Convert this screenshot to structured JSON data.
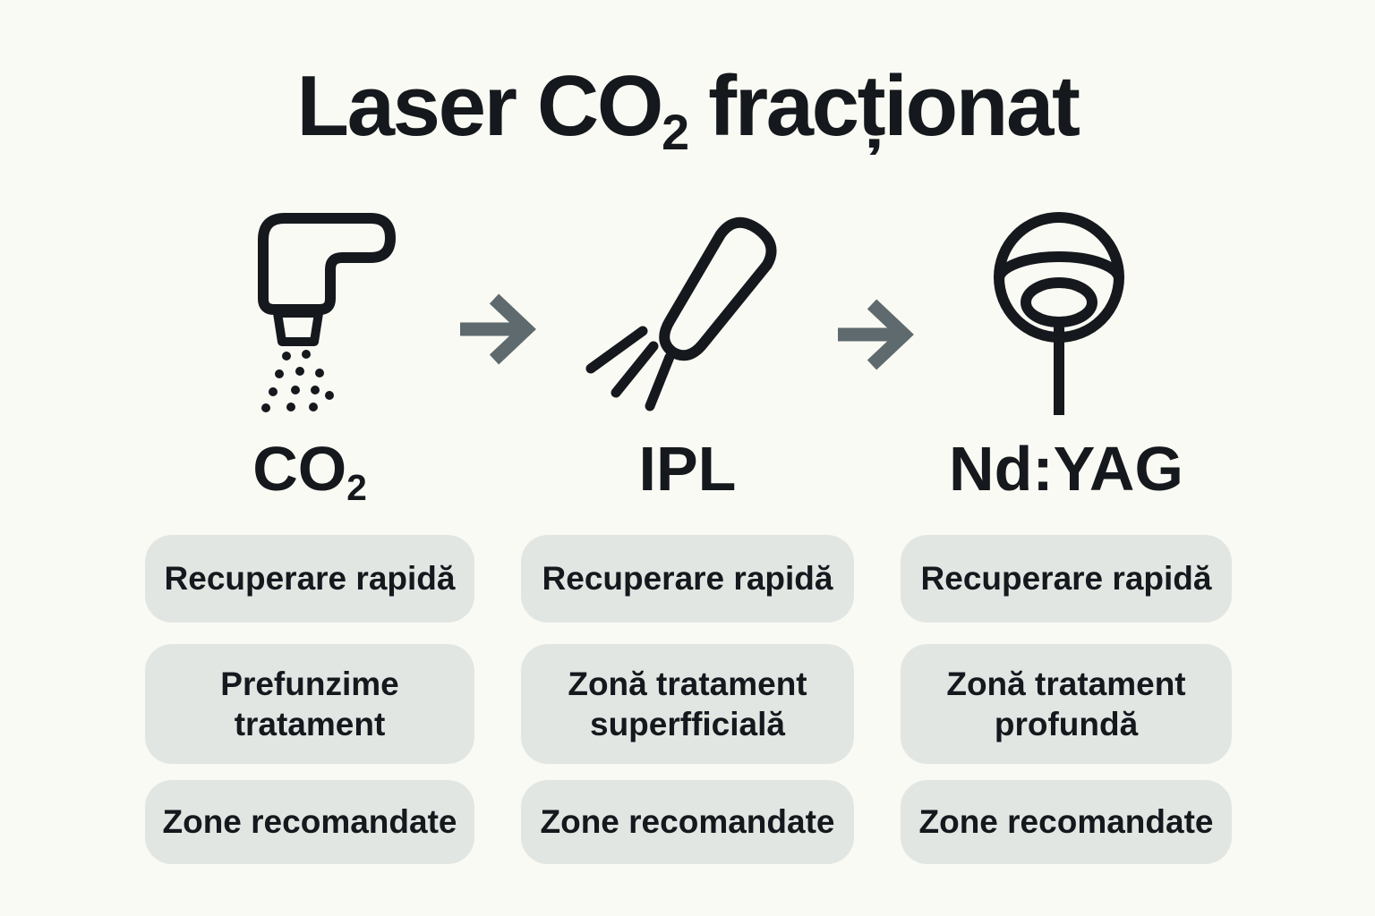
{
  "title": {
    "main": "Laser CO",
    "sub": "2",
    "rest": "fracționat"
  },
  "columns": [
    {
      "id": "co2",
      "label": {
        "main": "CO",
        "sub": "2"
      },
      "icon": "co2-laser-handpiece-spray-icon",
      "pills": [
        "Recuperare rapidă",
        "Prefunzime tratament",
        "Zone recomandate"
      ]
    },
    {
      "id": "ipl",
      "label": {
        "main": "IPL",
        "sub": ""
      },
      "icon": "ipl-handpiece-light-icon",
      "pills": [
        "Recuperare rapidă",
        "Zonă tratament superfficială",
        "Zone recomandate"
      ]
    },
    {
      "id": "ndyag",
      "label": {
        "main": "Nd:YAG",
        "sub": ""
      },
      "icon": "ndyag-probe-icon",
      "pills": [
        "Recuperare rapidă",
        "Zonă tratament profundă",
        "Zone recomandate"
      ]
    }
  ],
  "icons": {
    "flow": "right-arrow-icon"
  },
  "colors": {
    "background": "#fafaf4",
    "pill_background": "#e2e6e3",
    "text": "#15181c",
    "icon_stroke": "#15181c",
    "arrow": "#5e6a6d"
  }
}
